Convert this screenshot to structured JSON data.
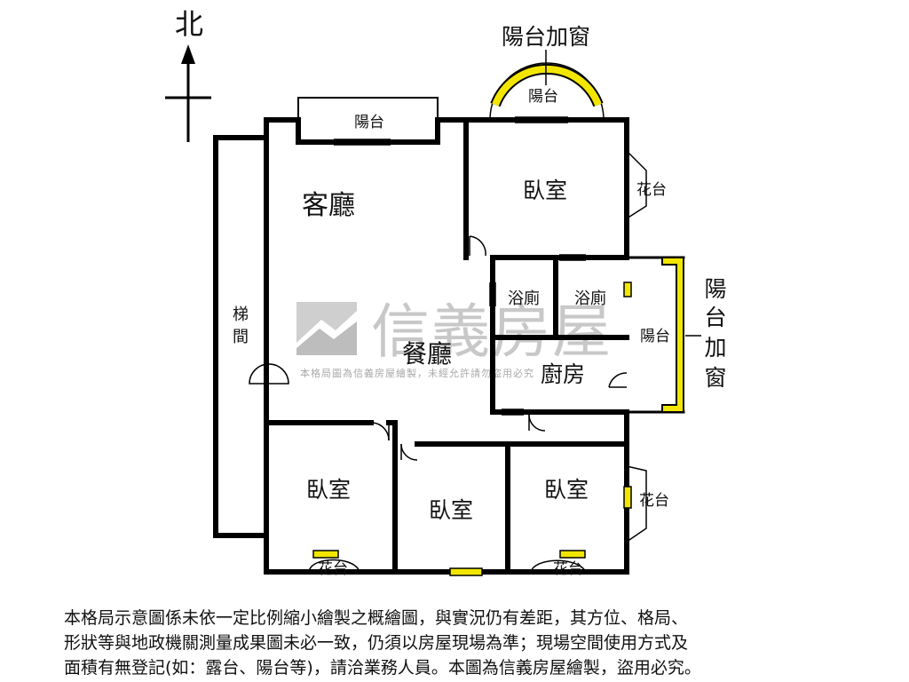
{
  "compass": {
    "north_label": "北"
  },
  "annotations": {
    "top_bay_window": "陽台加窗",
    "right_bay_window": [
      "陽",
      "台",
      "加",
      "窗"
    ]
  },
  "rooms": {
    "living_room": "客廳",
    "dining_room": "餐廳",
    "balcony_north": "陽台",
    "balcony_round": "陽台",
    "balcony_east": "陽台",
    "bedroom_ne": "臥室",
    "bedroom_sw": "臥室",
    "bedroom_s": "臥室",
    "bedroom_se": "臥室",
    "bathroom_1": "浴廁",
    "bathroom_2": "浴廁",
    "kitchen": "廚房",
    "planter_ne": "花台",
    "planter_e": "花台",
    "planter_sw": "花台",
    "planter_se": "花台",
    "stairwell": [
      "梯",
      "間"
    ]
  },
  "watermark": {
    "brand": "信義房屋",
    "notice": "本格局圖為信義房屋繪製，未經允許請勿盜用必究"
  },
  "disclaimer": [
    "本格局示意圖係未依一定比例縮小繪製之概繪圖，與實況仍有差距，其方位、格局、",
    "形狀等與地政機關測量成果圖未必一致，仍須以房屋現場為準；現場空間使用方式及",
    "面積有無登記(如：露台、陽台等)，請洽業務人員。本圖為信義房屋繪製，盜用必究。"
  ],
  "colors": {
    "wall": "#000000",
    "window_fill": "#f2e600",
    "watermark": "#c8c8c8"
  }
}
